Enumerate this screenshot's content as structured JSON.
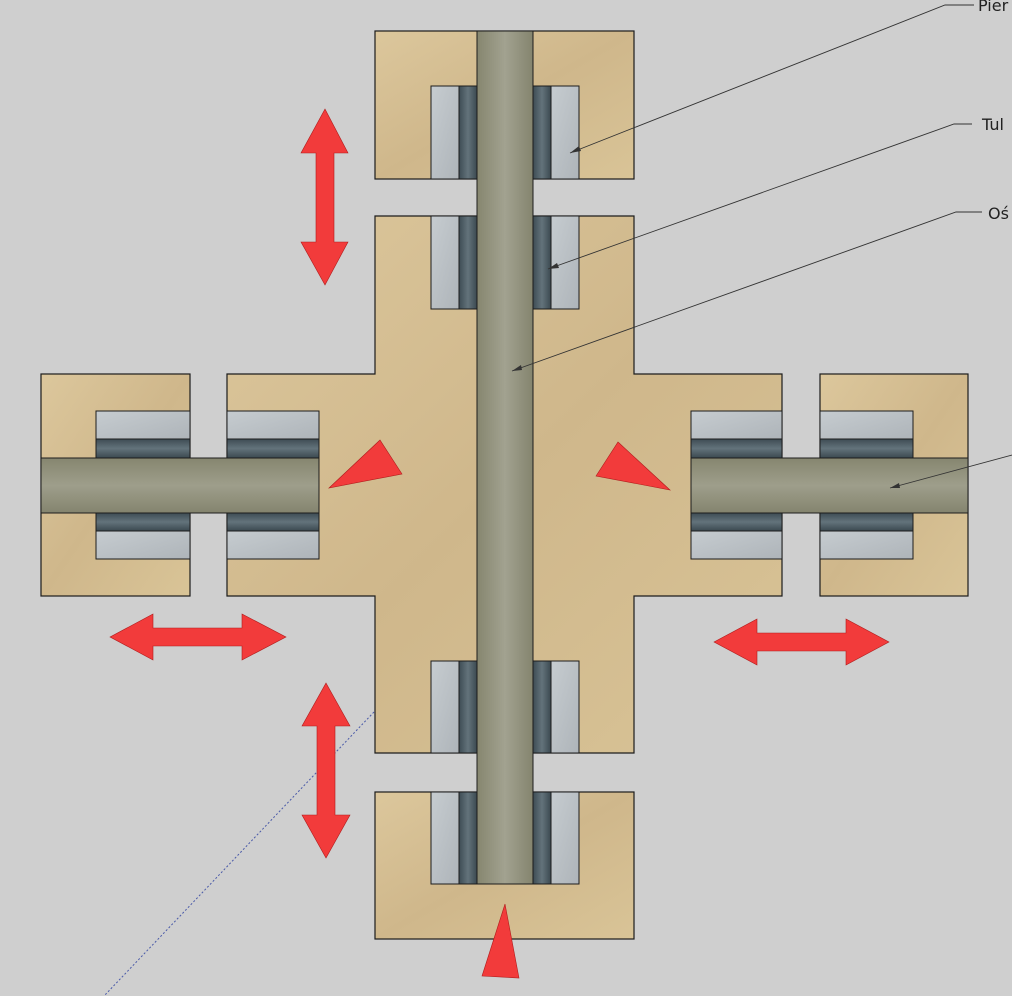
{
  "labels": {
    "pierscien": "Pier",
    "tuleja": "Tul",
    "os_center": "Oś"
  },
  "colors": {
    "background": "#cfcfcf",
    "wood_light": "#d9c49a",
    "wood_dark": "#cbb287",
    "shaft": "#8f8f7b",
    "shaft_light": "#a3a392",
    "ring": "#b9bfc4",
    "bushing": "#47565e",
    "arrow": "#f23b3b",
    "outline": "#1c1c1c",
    "leader": "#333333",
    "guide_line": "#4a5aa8"
  }
}
